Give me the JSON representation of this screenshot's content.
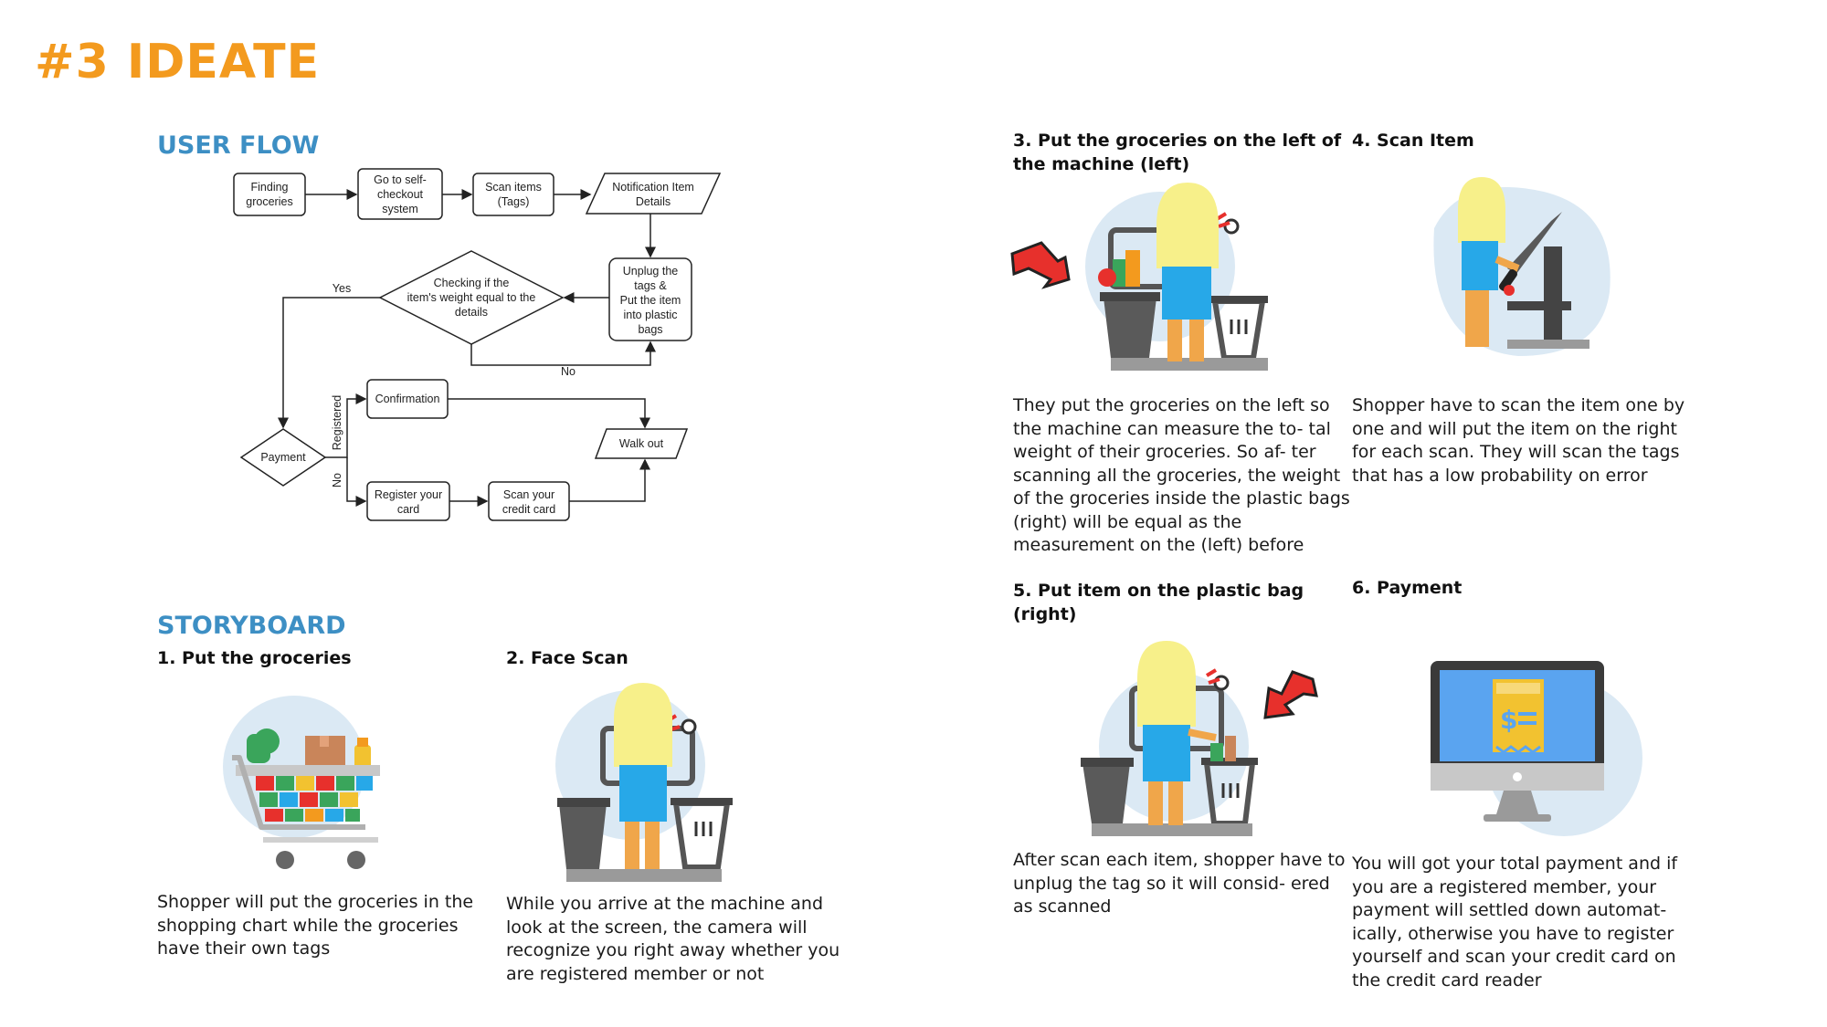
{
  "page": {
    "title": "#3 IDEATE"
  },
  "user_flow": {
    "title": "USER FLOW",
    "nodes": {
      "finding_1": "Finding",
      "finding_2": "groceries",
      "goto_1": "Go to self-",
      "goto_2": "checkout",
      "goto_3": "system",
      "scan_1": "Scan items",
      "scan_2": "(Tags)",
      "notif_1": "Notification Item",
      "notif_2": "Details",
      "unplug_1": "Unplug the",
      "unplug_2": "tags &",
      "unplug_3": "Put the item",
      "unplug_4": "into plastic",
      "unplug_5": "bags",
      "check_1": "Checking if the",
      "check_2": "item's weight equal to the",
      "check_3": "details",
      "payment": "Payment",
      "confirmation": "Confirmation",
      "walkout": "Walk out",
      "register_1": "Register your",
      "register_2": "card",
      "scancard_1": "Scan your",
      "scancard_2": "credit card"
    },
    "edge_labels": {
      "yes": "Yes",
      "no": "No",
      "registered": "Registered",
      "no2": "No"
    }
  },
  "storyboard": {
    "title": "STORYBOARD",
    "steps": [
      {
        "heading": "1. Put the groceries",
        "text": "Shopper will put the groceries in the shopping chart while the groceries have their own tags",
        "icon": "shopping-cart"
      },
      {
        "heading": "2. Face Scan",
        "text": "While you arrive at the machine and look at the screen, the camera will recognize you right away whether you are registered member or not",
        "icon": "shopper-at-kiosk"
      },
      {
        "heading": "3. Put the groceries on the left of the machine (left)",
        "text": "They put the groceries on the left so the machine can measure the to- tal weight of their groceries. So af- ter scanning all the groceries, the weight of the groceries inside the plastic bags (right) will be equal as the measurement on the (left) before",
        "icon": "shopper-left-bin"
      },
      {
        "heading": "4. Scan Item",
        "text": "Shopper have to scan the item one by one and will put the item on the right for each scan. They will scan the tags that has a low probability on error",
        "icon": "shopper-scanning"
      },
      {
        "heading": "5. Put item on the plastic bag (right)",
        "text": "After scan each item, shopper have to unplug the tag so it will consid- ered as scanned",
        "icon": "shopper-right-bag"
      },
      {
        "heading": "6. Payment",
        "text": "You will got your total payment and if you are a registered member, your payment will settled down automat- ically, otherwise you have to register yourself and scan your credit card on the credit card reader",
        "icon": "payment-monitor"
      }
    ]
  },
  "colors": {
    "title": "#f39a1e",
    "section": "#3d8fc4",
    "blob": "#dbe9f4",
    "hair": "#f7f08a",
    "shirt": "#27a8e8",
    "legs": "#f0a64a",
    "arrow": "#e7302c"
  }
}
